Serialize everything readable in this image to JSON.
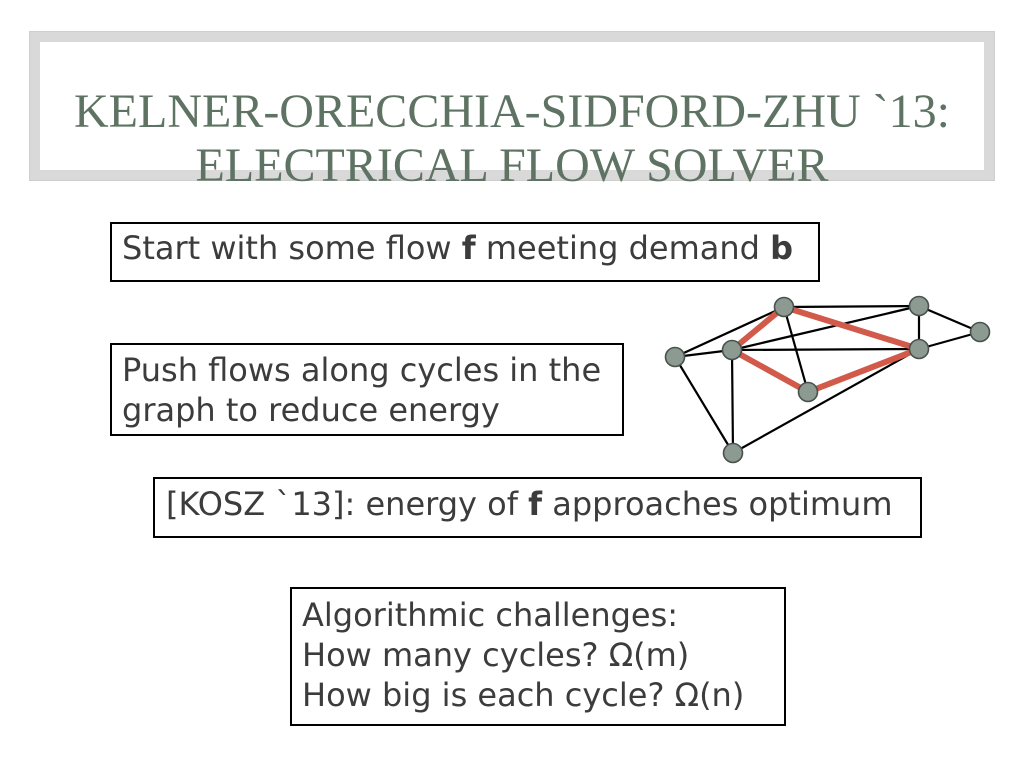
{
  "slide": {
    "title": {
      "line1": "KELNER-ORECCHIA-SIDFORD-ZHU `13:",
      "line2": "ELECTRICAL FLOW SOLVER"
    },
    "boxes": {
      "start_flow": [
        "Start with some flow",
        "f",
        "meeting demand",
        "b"
      ],
      "push_cycles": [
        "Push flows along cycles in the",
        "graph to reduce energy"
      ],
      "kosz_result": [
        "[KOSZ `13]: energy of",
        "f",
        "approaches optimum"
      ],
      "challenges": [
        "Algorithmic challenges:",
        "How many cycles? Ω(m)",
        "How big is each cycle? Ω(n)"
      ]
    }
  },
  "colors": {
    "title": "#5e7363",
    "body_text": "#3c3c3c",
    "title_frame": "#d9d9d9",
    "box_border": "#000000",
    "cycle_edge": "#d25a4b",
    "graph_edge": "#000000",
    "node_fill": "#8c9a91",
    "node_stroke": "#46524b"
  }
}
